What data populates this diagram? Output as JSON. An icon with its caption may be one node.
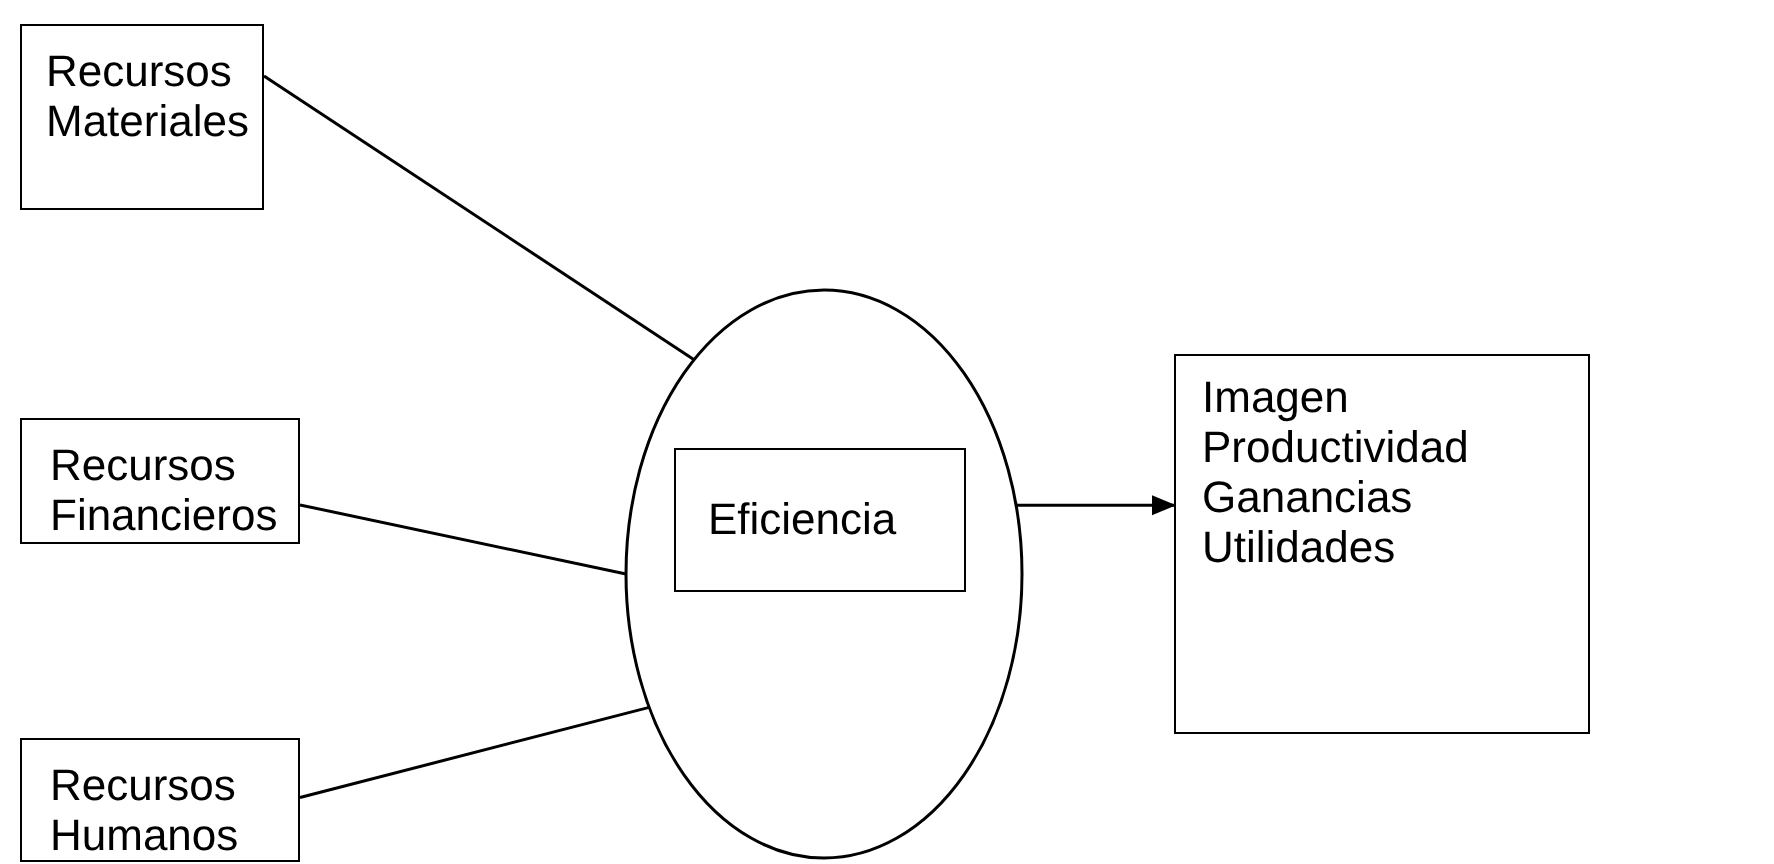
{
  "diagram": {
    "nodes": [
      {
        "text": [
          "Recursos Materiales"
        ]
      },
      {
        "text": [
          "Recursos Financieros"
        ]
      },
      {
        "text": [
          "Recursos Humanos"
        ]
      },
      {
        "text": [],
        "shape": "ellipse"
      },
      {
        "text": [
          "Eficiencia"
        ],
        "in": 3
      },
      {
        "text": [
          "Imagen",
          "Productividad",
          "Ganancias",
          "Utilidades"
        ]
      }
    ],
    "edges": [
      {
        "from": 0,
        "to": 3,
        "arrow": "none"
      },
      {
        "from": 1,
        "to": 3,
        "arrow": "none"
      },
      {
        "from": 2,
        "to": 3,
        "arrow": "none"
      },
      {
        "from": 3,
        "to": 5,
        "arrow": "to"
      }
    ]
  }
}
